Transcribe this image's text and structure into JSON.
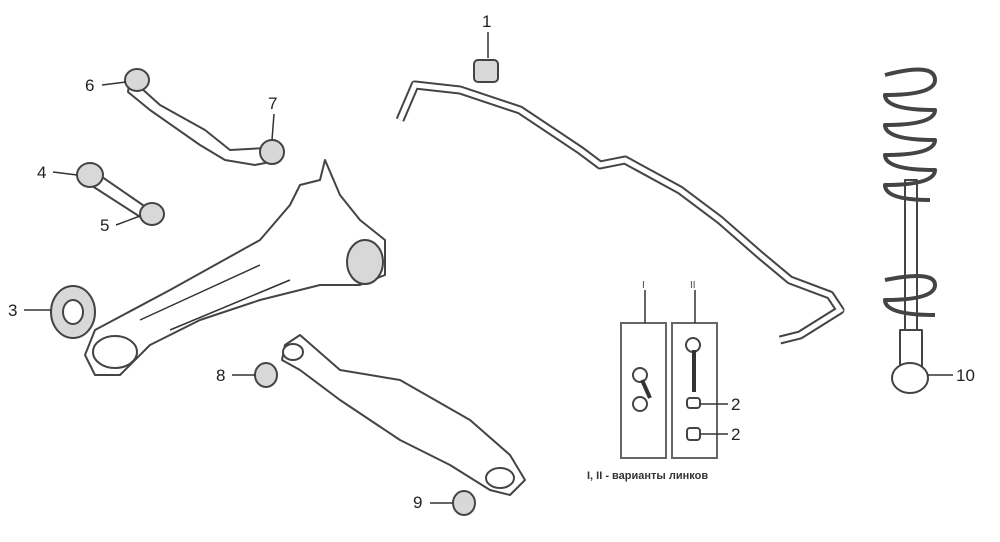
{
  "callouts": {
    "c1": "1",
    "c2a": "2",
    "c2b": "2",
    "c3": "3",
    "c4": "4",
    "c5": "5",
    "c6": "6",
    "c7": "7",
    "c8": "8",
    "c9": "9",
    "c10": "10"
  },
  "variants": {
    "v1": "I",
    "v2": "II",
    "caption": "I, II - варианты линков"
  }
}
